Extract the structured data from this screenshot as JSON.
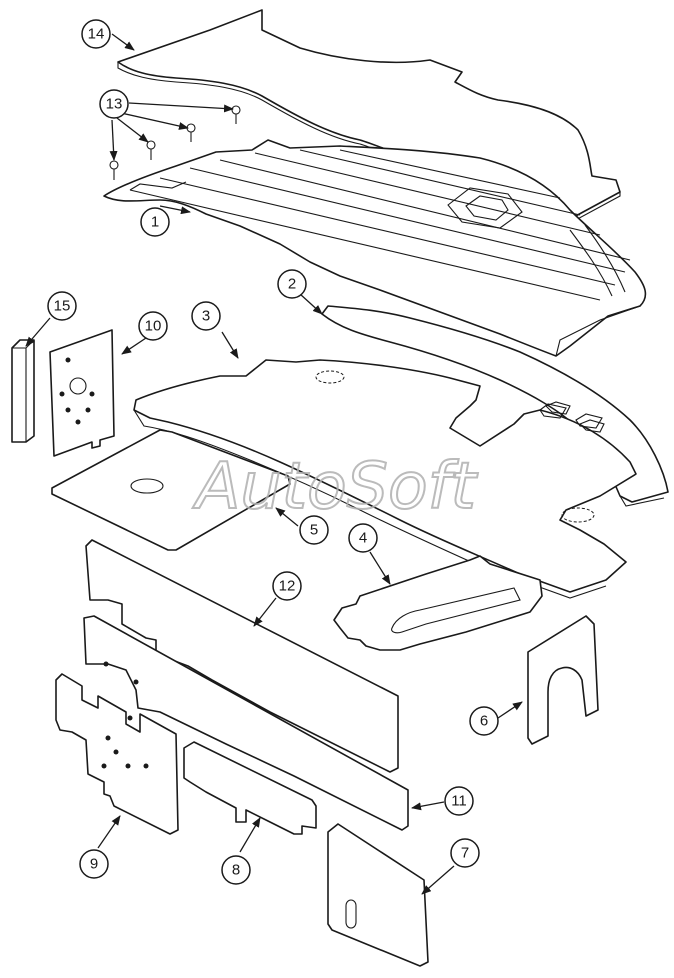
{
  "callouts": [
    {
      "id": "1",
      "label": "1"
    },
    {
      "id": "2",
      "label": "2"
    },
    {
      "id": "3",
      "label": "3"
    },
    {
      "id": "4",
      "label": "4"
    },
    {
      "id": "5",
      "label": "5"
    },
    {
      "id": "6",
      "label": "6"
    },
    {
      "id": "7",
      "label": "7"
    },
    {
      "id": "8",
      "label": "8"
    },
    {
      "id": "9",
      "label": "9"
    },
    {
      "id": "10",
      "label": "10"
    },
    {
      "id": "11",
      "label": "11"
    },
    {
      "id": "12",
      "label": "12"
    },
    {
      "id": "13",
      "label": "13"
    },
    {
      "id": "14",
      "label": "14"
    },
    {
      "id": "15",
      "label": "15"
    }
  ],
  "watermark": {
    "text": "AutoSoft"
  },
  "colors": {
    "line": "#1a1a1a",
    "background": "#ffffff",
    "watermark": "#b0b0b0"
  }
}
